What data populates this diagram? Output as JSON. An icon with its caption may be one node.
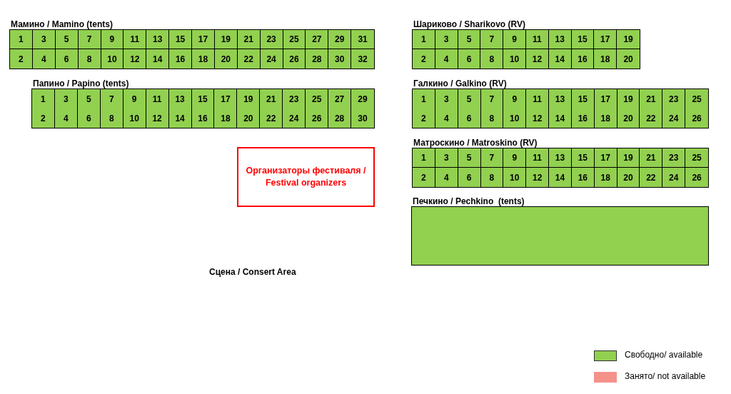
{
  "diagram": {
    "nodes": [
      {
        "text": [
          "Мамино / Mamino (tents)"
        ]
      },
      {
        "text": [
          "1"
        ],
        "in": 0
      },
      {
        "text": [
          "3"
        ],
        "in": 0
      },
      {
        "text": [
          "5"
        ],
        "in": 0
      },
      {
        "text": [
          "7"
        ],
        "in": 0
      },
      {
        "text": [
          "9"
        ],
        "in": 0
      },
      {
        "text": [
          "11"
        ],
        "in": 0
      },
      {
        "text": [
          "13"
        ],
        "in": 0
      },
      {
        "text": [
          "15"
        ],
        "in": 0
      },
      {
        "text": [
          "17"
        ],
        "in": 0
      },
      {
        "text": [
          "19"
        ],
        "in": 0
      },
      {
        "text": [
          "21"
        ],
        "in": 0
      },
      {
        "text": [
          "23"
        ],
        "in": 0
      },
      {
        "text": [
          "25"
        ],
        "in": 0
      },
      {
        "text": [
          "27"
        ],
        "in": 0
      },
      {
        "text": [
          "29"
        ],
        "in": 0
      },
      {
        "text": [
          "31"
        ],
        "in": 0
      },
      {
        "text": [
          "2"
        ],
        "in": 0
      },
      {
        "text": [
          "4"
        ],
        "in": 0
      },
      {
        "text": [
          "6"
        ],
        "in": 0
      },
      {
        "text": [
          "8"
        ],
        "in": 0
      },
      {
        "text": [
          "10"
        ],
        "in": 0
      },
      {
        "text": [
          "12"
        ],
        "in": 0
      },
      {
        "text": [
          "14"
        ],
        "in": 0
      },
      {
        "text": [
          "16"
        ],
        "in": 0
      },
      {
        "text": [
          "18"
        ],
        "in": 0
      },
      {
        "text": [
          "20"
        ],
        "in": 0
      },
      {
        "text": [
          "22"
        ],
        "in": 0
      },
      {
        "text": [
          "24"
        ],
        "in": 0
      },
      {
        "text": [
          "26"
        ],
        "in": 0
      },
      {
        "text": [
          "28"
        ],
        "in": 0
      },
      {
        "text": [
          "30"
        ],
        "in": 0
      },
      {
        "text": [
          "32"
        ],
        "in": 0
      },
      {
        "text": [
          "Папино / Papino (tents)"
        ]
      },
      {
        "text": [
          "1",
          "2"
        ],
        "in": 33
      },
      {
        "text": [
          "3",
          "4"
        ],
        "in": 33
      },
      {
        "text": [
          "5",
          "6"
        ],
        "in": 33
      },
      {
        "text": [
          "7",
          "8"
        ],
        "in": 33
      },
      {
        "text": [
          "9",
          "10"
        ],
        "in": 33
      },
      {
        "text": [
          "11",
          "12"
        ],
        "in": 33
      },
      {
        "text": [
          "13",
          "14"
        ],
        "in": 33
      },
      {
        "text": [
          "15",
          "16"
        ],
        "in": 33
      },
      {
        "text": [
          "17",
          "18"
        ],
        "in": 33
      },
      {
        "text": [
          "19",
          "20"
        ],
        "in": 33
      },
      {
        "text": [
          "21",
          "22"
        ],
        "in": 33
      },
      {
        "text": [
          "23",
          "24"
        ],
        "in": 33
      },
      {
        "text": [
          "25",
          "26"
        ],
        "in": 33
      },
      {
        "text": [
          "27",
          "28"
        ],
        "in": 33
      },
      {
        "text": [
          "29",
          "30"
        ],
        "in": 33
      },
      {
        "text": [
          "Организаторы фестиваля / Festival organizers"
        ]
      },
      {
        "text": [
          "Шариково / Sharikovo (RV)"
        ]
      },
      {
        "text": [
          "1"
        ],
        "in": 50
      },
      {
        "text": [
          "3"
        ],
        "in": 50
      },
      {
        "text": [
          "5"
        ],
        "in": 50
      },
      {
        "text": [
          "7"
        ],
        "in": 50
      },
      {
        "text": [
          "9"
        ],
        "in": 50
      },
      {
        "text": [
          "11"
        ],
        "in": 50
      },
      {
        "text": [
          "13"
        ],
        "in": 50
      },
      {
        "text": [
          "15"
        ],
        "in": 50
      },
      {
        "text": [
          "17"
        ],
        "in": 50
      },
      {
        "text": [
          "19"
        ],
        "in": 50
      },
      {
        "text": [
          "2"
        ],
        "in": 50
      },
      {
        "text": [
          "4"
        ],
        "in": 50
      },
      {
        "text": [
          "6"
        ],
        "in": 50
      },
      {
        "text": [
          "8"
        ],
        "in": 50
      },
      {
        "text": [
          "10"
        ],
        "in": 50
      },
      {
        "text": [
          "12"
        ],
        "in": 50
      },
      {
        "text": [
          "14"
        ],
        "in": 50
      },
      {
        "text": [
          "16"
        ],
        "in": 50
      },
      {
        "text": [
          "18"
        ],
        "in": 50
      },
      {
        "text": [
          "20"
        ],
        "in": 50
      },
      {
        "text": [
          "Галкино / Galkino (RV)"
        ]
      },
      {
        "text": [
          "1",
          "2"
        ],
        "in": 71
      },
      {
        "text": [
          "3",
          "4"
        ],
        "in": 71
      },
      {
        "text": [
          "5",
          "6"
        ],
        "in": 71
      },
      {
        "text": [
          "7",
          "8"
        ],
        "in": 71
      },
      {
        "text": [
          "9",
          "10"
        ],
        "in": 71
      },
      {
        "text": [
          "11",
          "12"
        ],
        "in": 71
      },
      {
        "text": [
          "13",
          "14"
        ],
        "in": 71
      },
      {
        "text": [
          "15",
          "16"
        ],
        "in": 71
      },
      {
        "text": [
          "17",
          "18"
        ],
        "in": 71
      },
      {
        "text": [
          "19",
          "20"
        ],
        "in": 71
      },
      {
        "text": [
          "21",
          "22"
        ],
        "in": 71
      },
      {
        "text": [
          "23",
          "24"
        ],
        "in": 71
      },
      {
        "text": [
          "25",
          "26"
        ],
        "in": 71
      },
      {
        "text": [
          "Матроскино / Matroskino (RV)"
        ]
      },
      {
        "text": [
          "1"
        ],
        "in": 85
      },
      {
        "text": [
          "3"
        ],
        "in": 85
      },
      {
        "text": [
          "5"
        ],
        "in": 85
      },
      {
        "text": [
          "7"
        ],
        "in": 85
      },
      {
        "text": [
          "9"
        ],
        "in": 85
      },
      {
        "text": [
          "11"
        ],
        "in": 85
      },
      {
        "text": [
          "13"
        ],
        "in": 85
      },
      {
        "text": [
          "15"
        ],
        "in": 85
      },
      {
        "text": [
          "17"
        ],
        "in": 85
      },
      {
        "text": [
          "19"
        ],
        "in": 85
      },
      {
        "text": [
          "21"
        ],
        "in": 85
      },
      {
        "text": [
          "23"
        ],
        "in": 85
      },
      {
        "text": [
          "25"
        ],
        "in": 85
      },
      {
        "text": [
          "2"
        ],
        "in": 85
      },
      {
        "text": [
          "4"
        ],
        "in": 85
      },
      {
        "text": [
          "6"
        ],
        "in": 85
      },
      {
        "text": [
          "8"
        ],
        "in": 85
      },
      {
        "text": [
          "10"
        ],
        "in": 85
      },
      {
        "text": [
          "12"
        ],
        "in": 85
      },
      {
        "text": [
          "14"
        ],
        "in": 85
      },
      {
        "text": [
          "16"
        ],
        "in": 85
      },
      {
        "text": [
          "18"
        ],
        "in": 85
      },
      {
        "text": [
          "20"
        ],
        "in": 85
      },
      {
        "text": [
          "22"
        ],
        "in": 85
      },
      {
        "text": [
          "24"
        ],
        "in": 85
      },
      {
        "text": [
          "26"
        ],
        "in": 85
      },
      {
        "text": [
          "Печкино / Pechkino  (tents)"
        ]
      }
    ],
    "labels": [
      "Сцена / Consert Area"
    ],
    "legend": [
      {
        "text": "Свободно/ available",
        "color": "#92d050"
      },
      {
        "text": "Занято/ not available",
        "color": "#f4928a"
      }
    ]
  }
}
